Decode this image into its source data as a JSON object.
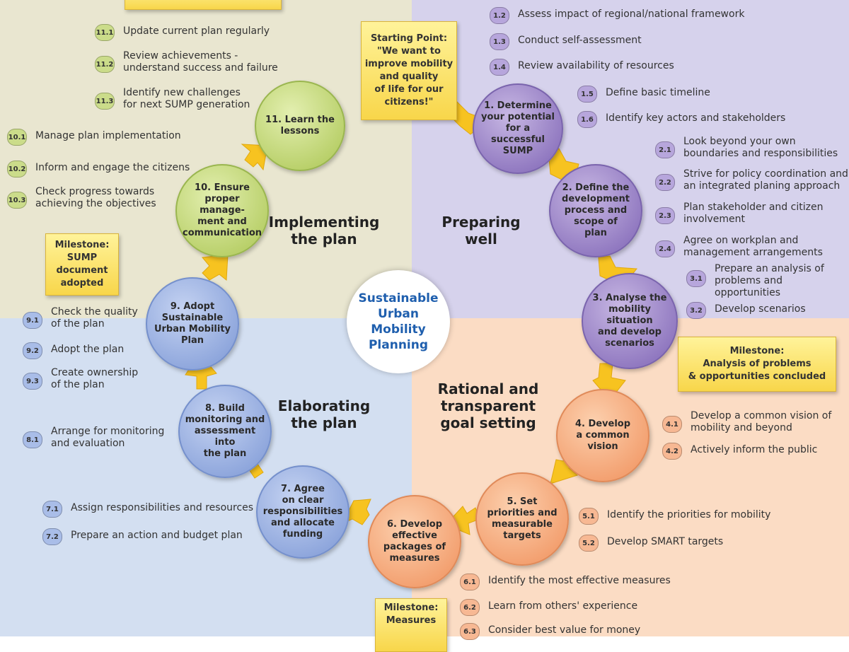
{
  "colors": {
    "green_bg": "#e9e6d0",
    "purple_bg": "#d6d2ec",
    "orange_bg": "#fbdcc4",
    "blue_bg": "#d3dff1",
    "arrow": "#f7c320",
    "center_text": "#1f5fae"
  },
  "center_title": "Sustainable\nUrban\nMobility\nPlanning",
  "phases": {
    "implementing": "Implementing\nthe plan",
    "preparing": "Preparing\nwell",
    "goal_setting": "Rational and\ntransparent\ngoal setting",
    "elaborating": "Elaborating\nthe plan"
  },
  "starting_point": "Starting Point:\n\"We want to\nimprove mobility\nand quality\nof life for our\ncitizens!\"",
  "milestones": {
    "sump_adopted": "Milestone:\nSUMP\ndocument\nadopted",
    "analysis": "Milestone:\nAnalysis of problems\n& opportunities concluded",
    "measures": "Milestone:\nMeasures"
  },
  "circles": {
    "c1": "1. Determine\nyour potential\nfor a successful\nSUMP",
    "c2": "2. Define the\ndevelopment\nprocess and\nscope of\nplan",
    "c3": "3. Analyse the\nmobility situation\nand develop\nscenarios",
    "c4": "4. Develop\na common\nvision",
    "c5": "5. Set\npriorities and\nmeasurable\ntargets",
    "c6": "6. Develop\neffective\npackages of\nmeasures",
    "c7": "7. Agree\non clear\nresponsibilities\nand allocate\nfunding",
    "c8": "8. Build\nmonitoring and\nassessment into\nthe plan",
    "c9": "9. Adopt\nSustainable\nUrban Mobility\nPlan",
    "c10": "10. Ensure\nproper manage-\nment and\ncommunication",
    "c11": "11. Learn the\nlessons"
  },
  "steps": {
    "s1_2": {
      "num": "1.2",
      "label": "Assess impact of regional/national framework"
    },
    "s1_3": {
      "num": "1.3",
      "label": "Conduct self-assessment"
    },
    "s1_4": {
      "num": "1.4",
      "label": "Review availability of resources"
    },
    "s1_5": {
      "num": "1.5",
      "label": "Define basic timeline"
    },
    "s1_6": {
      "num": "1.6",
      "label": "Identify key actors and stakeholders"
    },
    "s2_1": {
      "num": "2.1",
      "label": "Look beyond your own\nboundaries and responsibilities"
    },
    "s2_2": {
      "num": "2.2",
      "label": "Strive for policy coordination and\nan integrated planing approach"
    },
    "s2_3": {
      "num": "2.3",
      "label": "Plan stakeholder and citizen\ninvolvement"
    },
    "s2_4": {
      "num": "2.4",
      "label": "Agree on workplan and\nmanagement arrangements"
    },
    "s3_1": {
      "num": "3.1",
      "label": "Prepare an analysis of\nproblems and\nopportunities"
    },
    "s3_2": {
      "num": "3.2",
      "label": "Develop scenarios"
    },
    "s4_1": {
      "num": "4.1",
      "label": "Develop a common vision of\nmobility and beyond"
    },
    "s4_2": {
      "num": "4.2",
      "label": "Actively inform the public"
    },
    "s5_1": {
      "num": "5.1",
      "label": "Identify the priorities for mobility"
    },
    "s5_2": {
      "num": "5.2",
      "label": "Develop SMART targets"
    },
    "s6_1": {
      "num": "6.1",
      "label": "Identify the most effective measures"
    },
    "s6_2": {
      "num": "6.2",
      "label": "Learn from others' experience"
    },
    "s6_3": {
      "num": "6.3",
      "label": "Consider best value for money"
    },
    "s7_1": {
      "num": "7.1",
      "label": "Assign responsibilities and resources"
    },
    "s7_2": {
      "num": "7.2",
      "label": "Prepare an action and budget plan"
    },
    "s8_1": {
      "num": "8.1",
      "label": "Arrange for monitoring\nand evaluation"
    },
    "s9_1": {
      "num": "9.1",
      "label": "Check the quality\nof the plan"
    },
    "s9_2": {
      "num": "9.2",
      "label": "Adopt the plan"
    },
    "s9_3": {
      "num": "9.3",
      "label": "Create ownership\nof the plan"
    },
    "s10_1": {
      "num": "10.1",
      "label": "Manage plan implementation"
    },
    "s10_2": {
      "num": "10.2",
      "label": "Inform and engage the citizens"
    },
    "s10_3": {
      "num": "10.3",
      "label": "Check progress towards\nachieving the objectives"
    },
    "s11_1": {
      "num": "11.1",
      "label": "Update current plan regularly"
    },
    "s11_2": {
      "num": "11.2",
      "label": "Review achievements -\nunderstand success and failure"
    },
    "s11_3": {
      "num": "11.3",
      "label": "Identify new challenges\nfor next SUMP generation"
    }
  }
}
